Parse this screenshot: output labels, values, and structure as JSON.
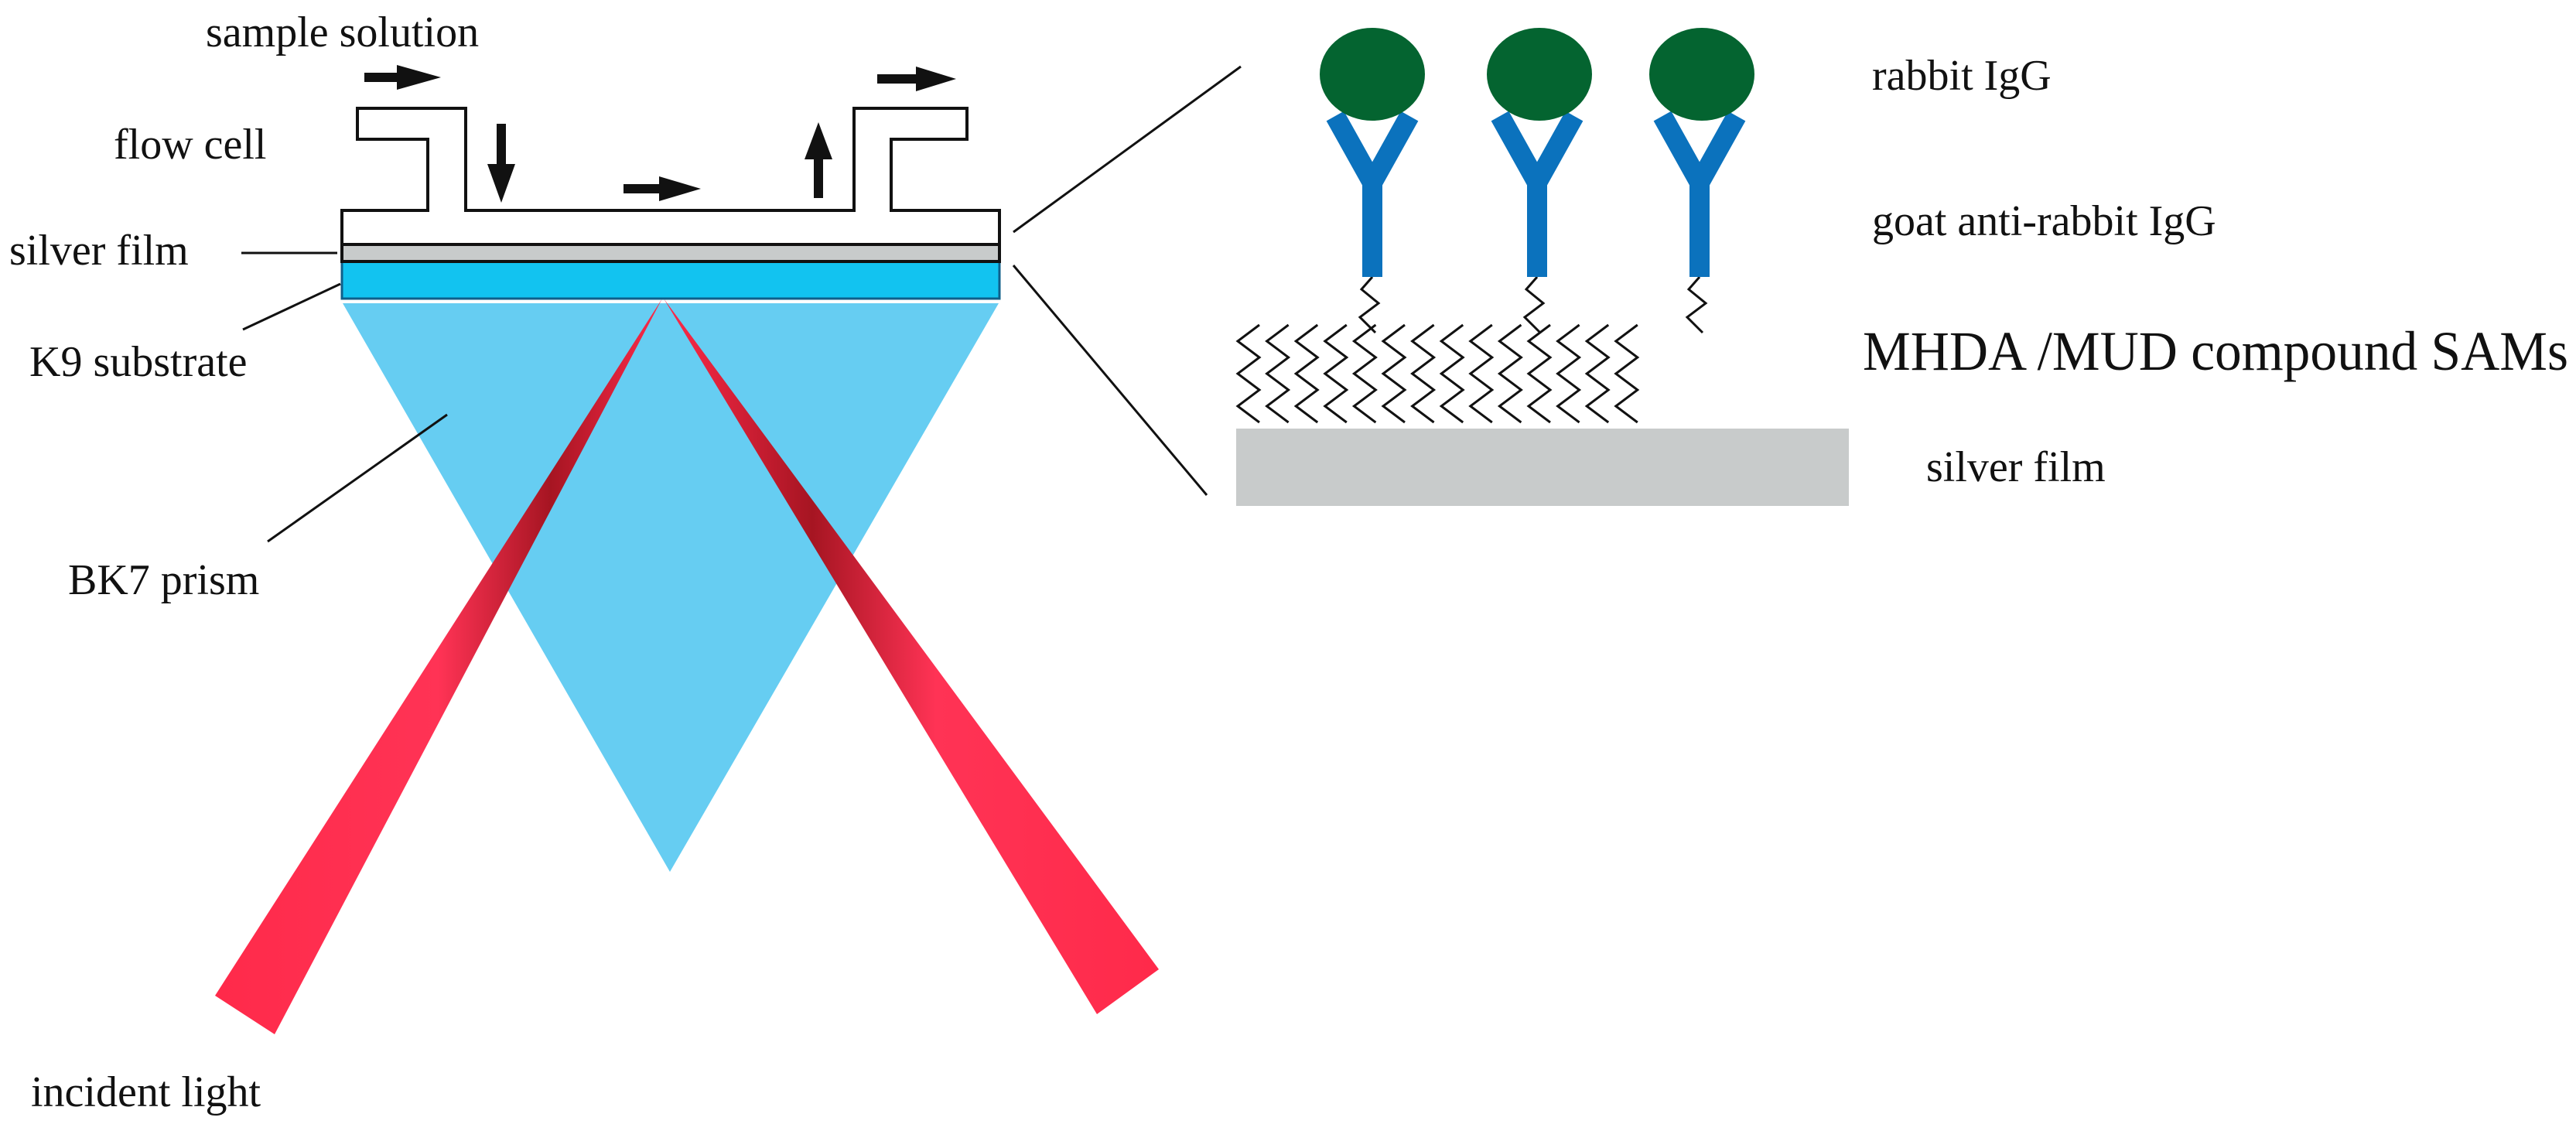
{
  "labels": {
    "sample_solution": "sample solution",
    "flow_cell": "flow cell",
    "silver_film_left": "silver film",
    "k9_substrate": "K9 substrate",
    "bk7_prism": "BK7 prism",
    "incident_light": "incident light",
    "rabbit_igg": "rabbit IgG",
    "goat_anti_rabbit_igg": "goat anti-rabbit IgG",
    "sams": "MHDA /MUD compound SAMs",
    "silver_film_right": "silver film"
  },
  "colors": {
    "prism": "#66cdf2",
    "k9_substrate": "#12c3f0",
    "silver_film": "#c8cbcb",
    "light_beam": "#e8213a",
    "rabbit_igg": "#046430",
    "antibody": "#0b72bd",
    "line": "#111111"
  }
}
